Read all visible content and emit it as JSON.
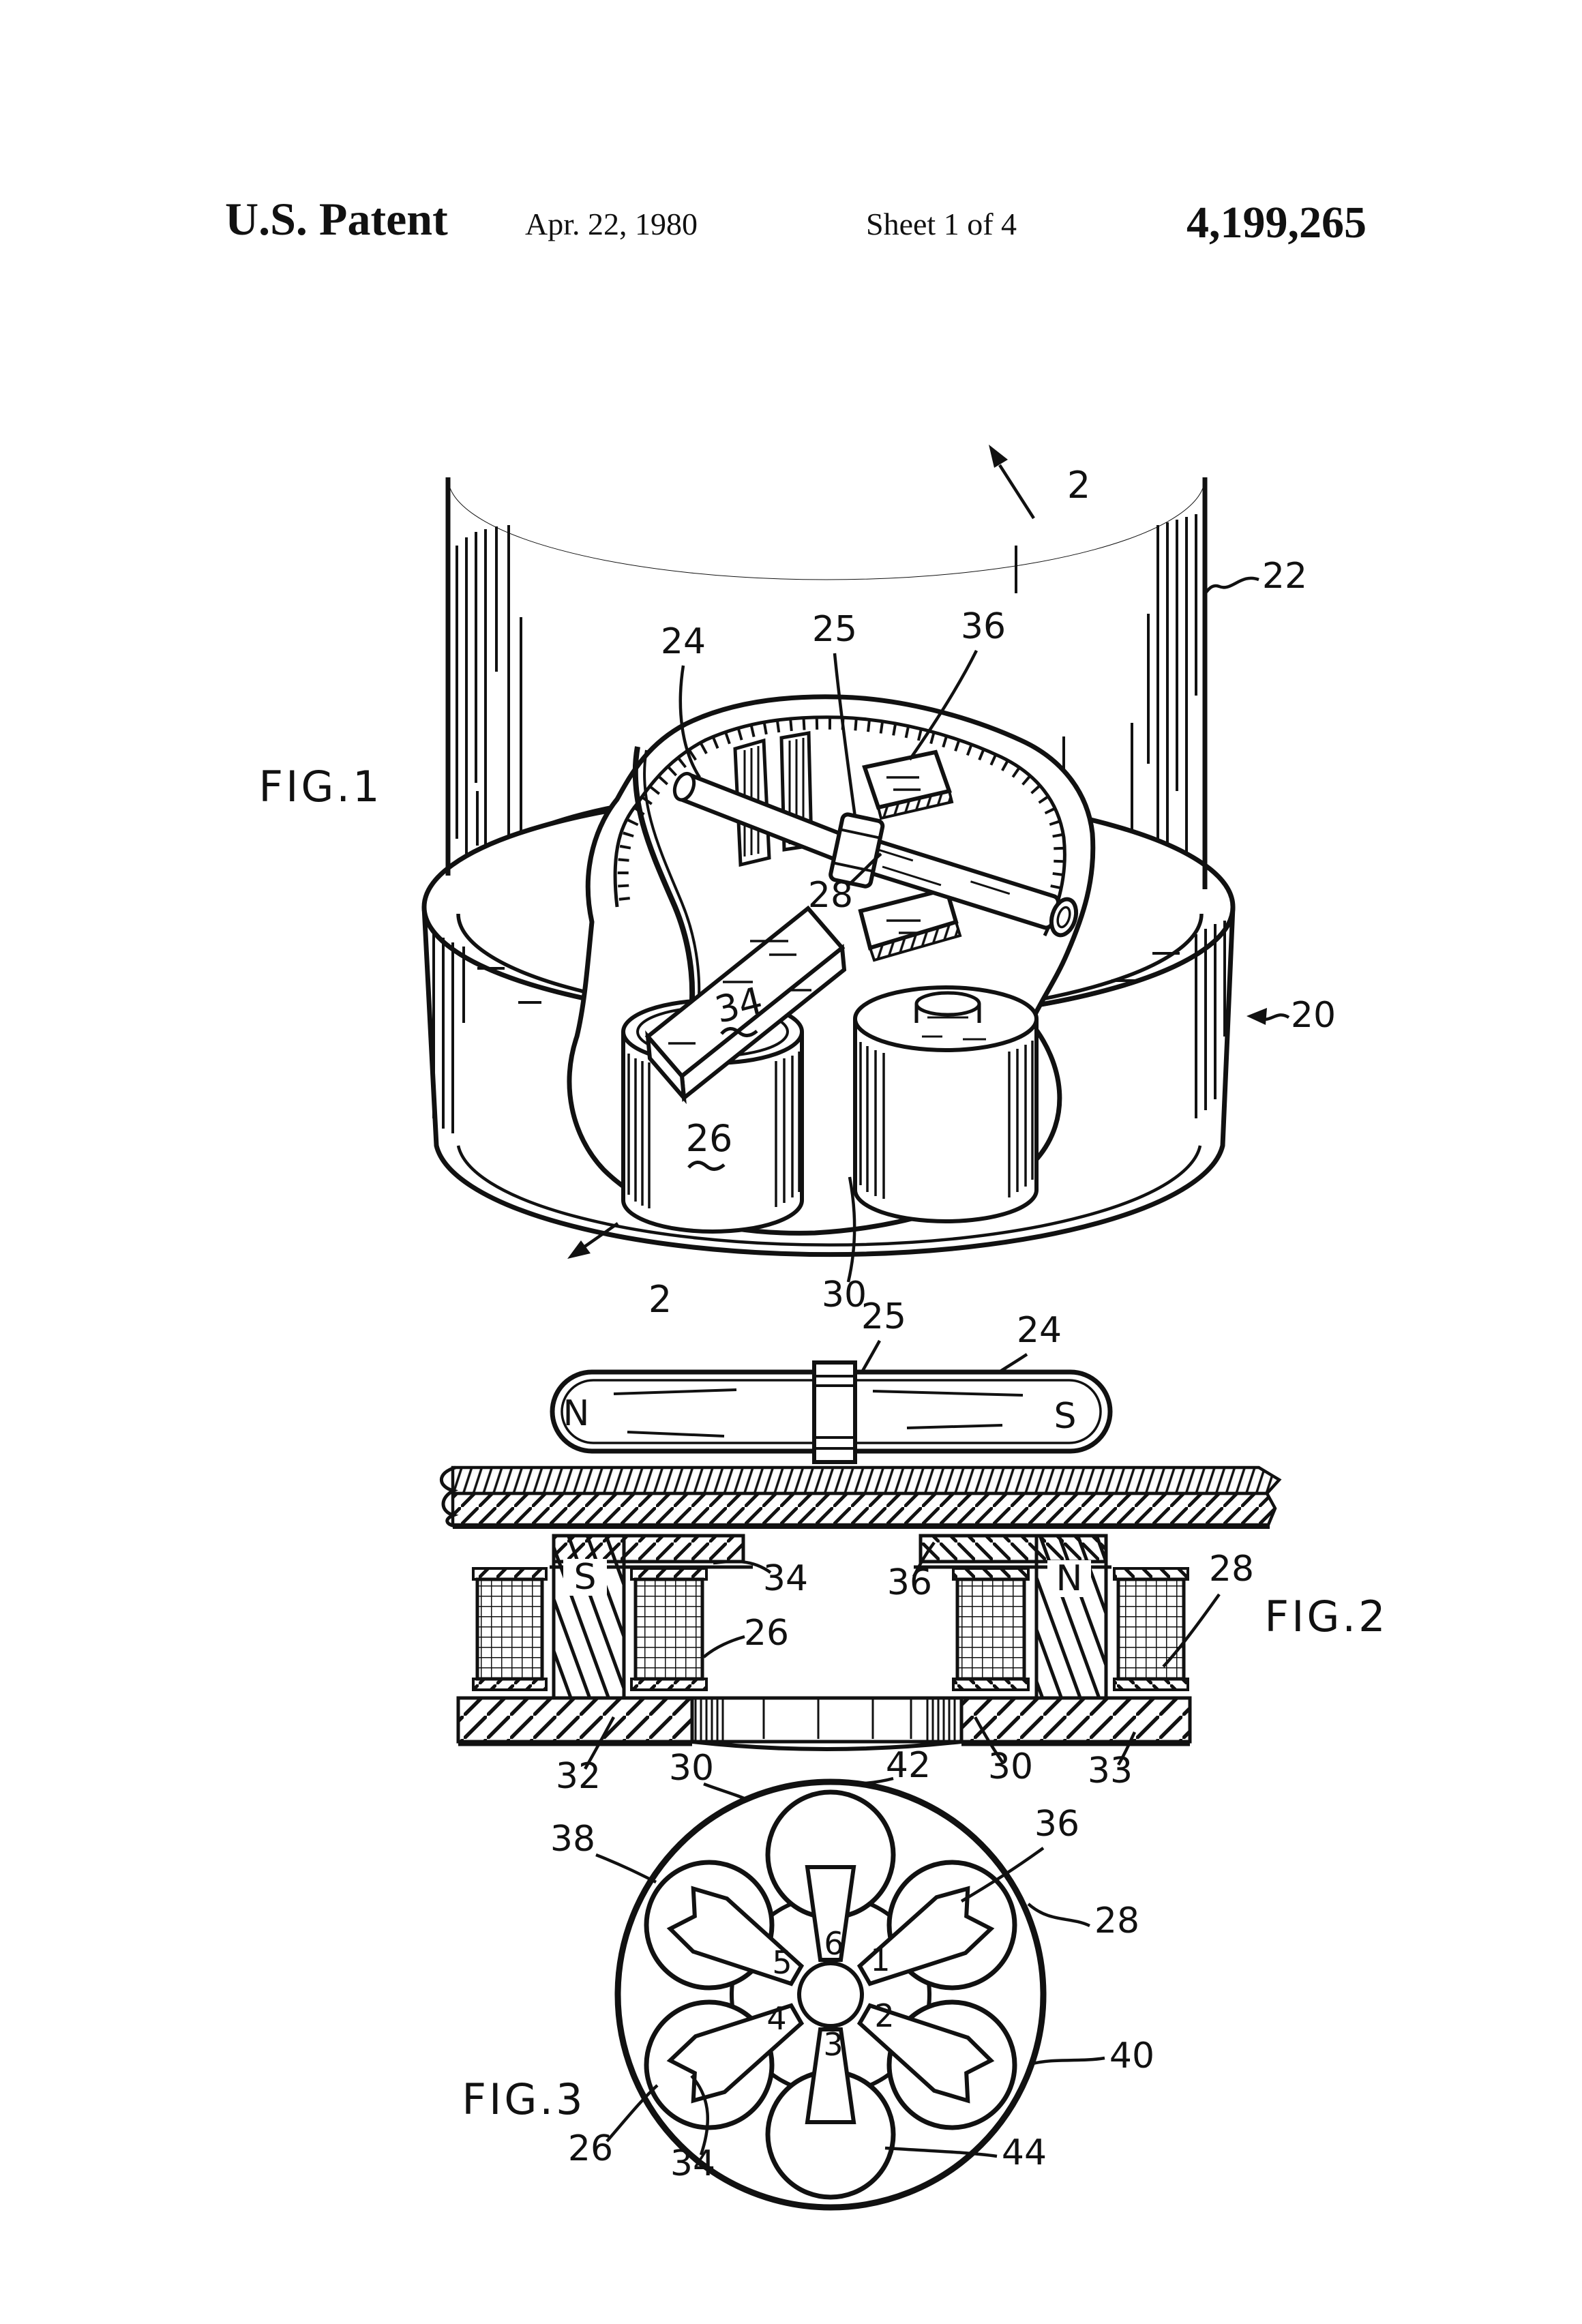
{
  "header": {
    "patent": "U.S. Patent",
    "date": "Apr. 22, 1980",
    "sheet": "Sheet 1 of 4",
    "number": "4,199,265"
  },
  "fig1": {
    "caption": "FIG.1",
    "r2_top": "2",
    "r22": "22",
    "r24": "24",
    "r25": "25",
    "r36": "36",
    "r28": "28",
    "r34": "34",
    "r26": "26",
    "r20": "20",
    "r2_bottom": "2",
    "r30": "30"
  },
  "fig2": {
    "caption": "FIG.2",
    "r25": "25",
    "r24": "24",
    "pole_n": "N",
    "pole_s": "S",
    "magnet_n": "N",
    "magnet_s": "S",
    "r34": "34",
    "r36": "36",
    "r26": "26",
    "r28": "28",
    "r32": "32",
    "r30_left": "30",
    "r42": "42",
    "r30_right": "30",
    "r33": "33"
  },
  "fig3": {
    "caption": "FIG.3",
    "r38": "38",
    "r36": "36",
    "r28": "28",
    "r40": "40",
    "r44": "44",
    "r34": "34",
    "r26": "26",
    "n1": "1",
    "n2": "2",
    "n3": "3",
    "n4": "4",
    "n5": "5",
    "n6": "6"
  }
}
